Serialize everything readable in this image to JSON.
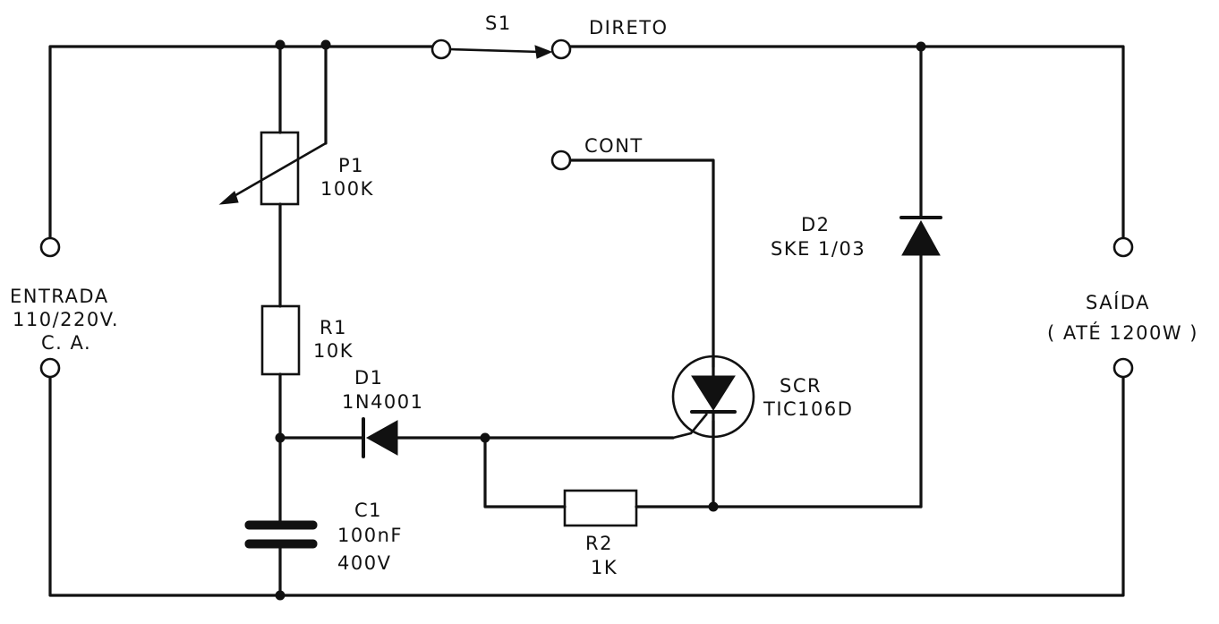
{
  "components": {
    "s1": {
      "designator": "S1",
      "position_direto": "DIRETO",
      "position_cont": "CONT"
    },
    "p1": {
      "designator": "P1",
      "value": "100K"
    },
    "r1": {
      "designator": "R1",
      "value": "10K"
    },
    "d1": {
      "designator": "D1",
      "value": "1N4001"
    },
    "c1": {
      "designator": "C1",
      "value": "100nF",
      "voltage": "400V"
    },
    "r2": {
      "designator": "R2",
      "value": "1K"
    },
    "scr": {
      "designator": "SCR",
      "value": "TIC106D"
    },
    "d2": {
      "designator": "D2",
      "value": "SKE 1/03"
    }
  },
  "input": {
    "title": "ENTRADA",
    "voltage": "110/220V.",
    "type": "C. A."
  },
  "output": {
    "title": "SAÍDA",
    "rating": "( ATÉ 1200W )"
  }
}
